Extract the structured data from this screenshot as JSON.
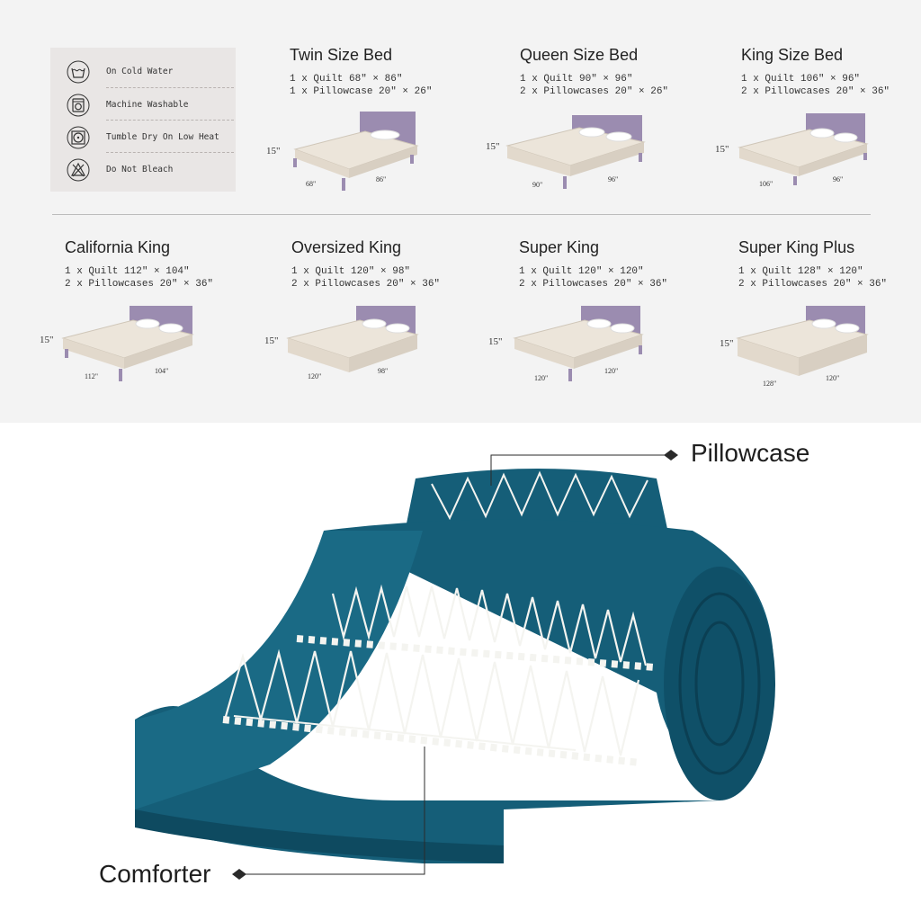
{
  "care": {
    "items": [
      {
        "label": "On Cold Water",
        "icon": "wash-basin-icon"
      },
      {
        "label": "Machine Washable",
        "icon": "washing-machine-icon"
      },
      {
        "label": "Tumble Dry On Low Heat",
        "icon": "tumble-dry-icon"
      },
      {
        "label": "Do Not Bleach",
        "icon": "no-bleach-icon"
      }
    ]
  },
  "sizes": [
    {
      "title": "Twin Size Bed",
      "line1": "1 x Quilt 68\" × 86\"",
      "line2": "1 x Pillowcase 20\" × 26\"",
      "height": "15\"",
      "width_dim": "68\"",
      "length_dim": "86\""
    },
    {
      "title": "Queen Size Bed",
      "line1": "1 x Quilt 90\" × 96\"",
      "line2": "2 x Pillowcases 20\" × 26\"",
      "height": "15\"",
      "width_dim": "90\"",
      "length_dim": "96\""
    },
    {
      "title": "King Size Bed",
      "line1": "1 x Quilt 106\" × 96\"",
      "line2": "2 x Pillowcases 20\" × 36\"",
      "height": "15\"",
      "width_dim": "106\"",
      "length_dim": "96\""
    },
    {
      "title": "California King",
      "line1": "1 x Quilt 112\" × 104\"",
      "line2": "2 x Pillowcases 20\" × 36\"",
      "height": "15\"",
      "width_dim": "112\"",
      "length_dim": "104\""
    },
    {
      "title": "Oversized King",
      "line1": "1 x Quilt 120\" × 98\"",
      "line2": "2 x Pillowcases 20\" × 36\"",
      "height": "15\"",
      "width_dim": "120\"",
      "length_dim": "98\""
    },
    {
      "title": "Super King",
      "line1": "1 x Quilt 120\" × 120\"",
      "line2": "2 x Pillowcases 20\" × 36\"",
      "height": "15\"",
      "width_dim": "120\"",
      "length_dim": "120\""
    },
    {
      "title": "Super King Plus",
      "line1": "1 x Quilt 128\" × 120\"",
      "line2": "2 x Pillowcases 20\" × 36\"",
      "height": "15\"",
      "width_dim": "128\"",
      "length_dim": "120\""
    }
  ],
  "callouts": {
    "pillowcase": "Pillowcase",
    "comforter": "Comforter"
  },
  "colors": {
    "quilt": "#155e78",
    "quilt_dark": "#0e4a60",
    "pattern": "#f4f4f0",
    "headboard": "#9b8cb0",
    "sheet": "#ece5da",
    "panel": "#f3f3f3",
    "care_bg": "#e9e6e5"
  }
}
